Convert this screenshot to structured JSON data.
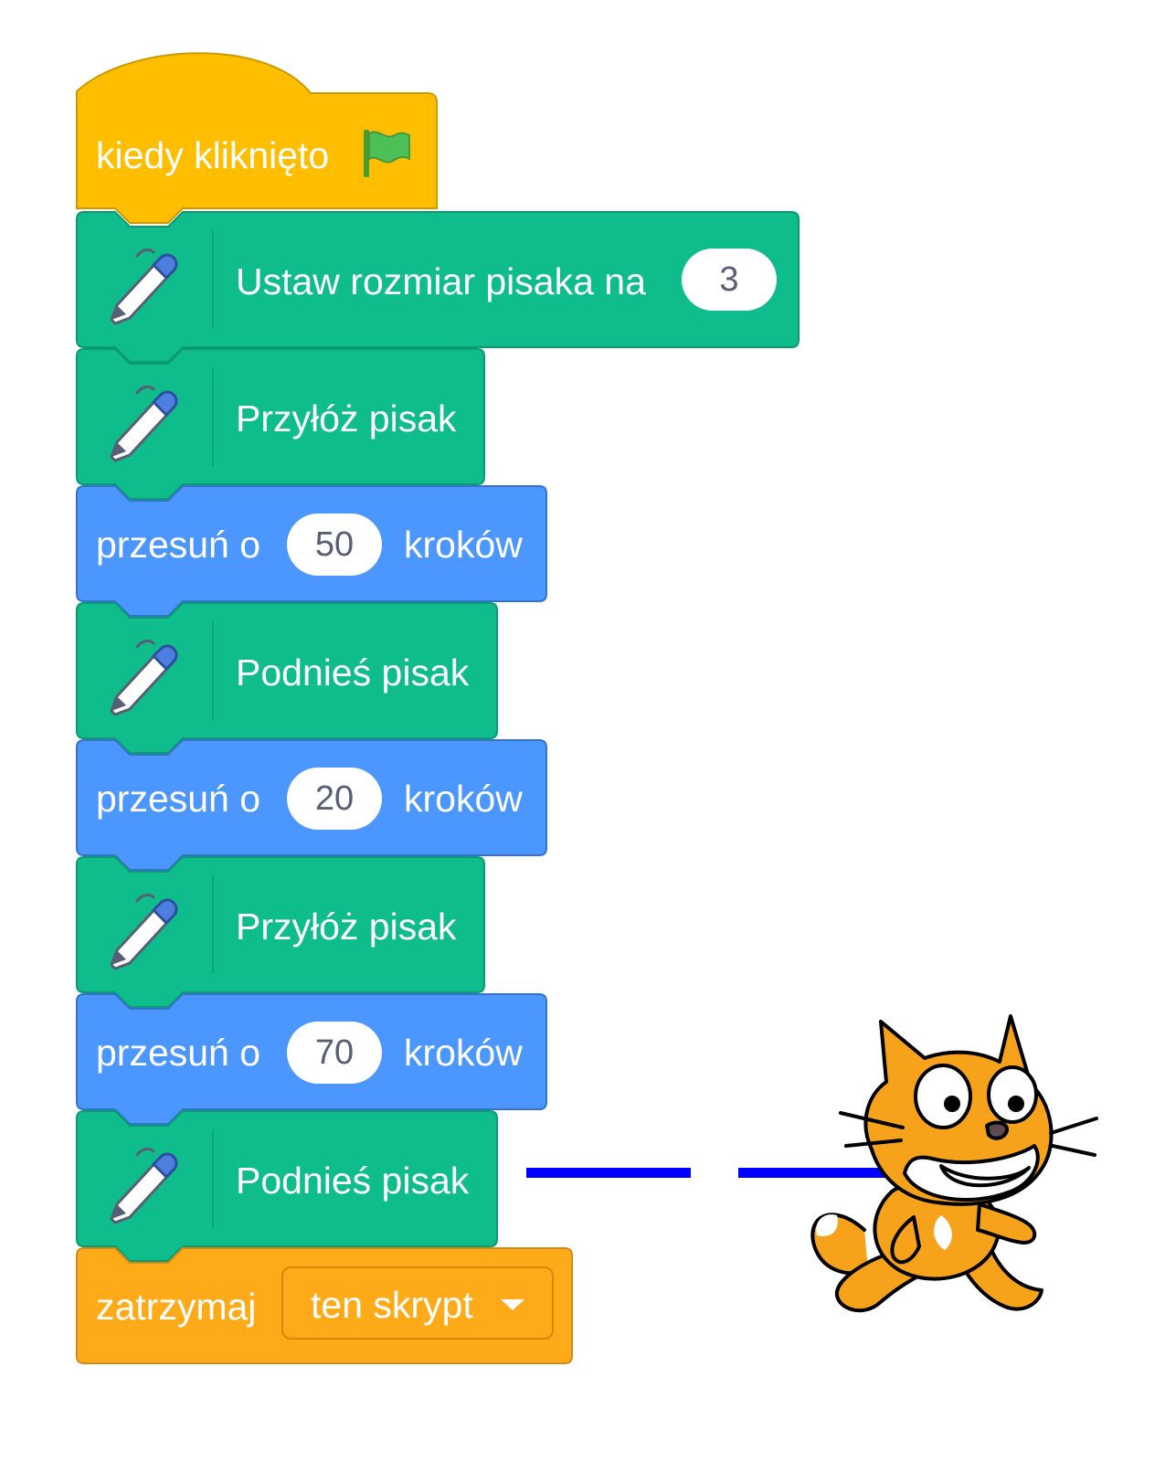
{
  "script": {
    "hat": {
      "label": "kiedy kliknięto",
      "icon": "green-flag-icon"
    },
    "blocks": [
      {
        "category": "pen",
        "label": "Ustaw rozmiar pisaka na",
        "input": "3",
        "icon": "pen-icon"
      },
      {
        "category": "pen",
        "label": "Przyłóż pisak",
        "icon": "pen-icon"
      },
      {
        "category": "motion",
        "label": "przesuń o",
        "input": "50",
        "suffix": "kroków"
      },
      {
        "category": "pen",
        "label": "Podnieś pisak",
        "icon": "pen-icon"
      },
      {
        "category": "motion",
        "label": "przesuń o",
        "input": "20",
        "suffix": "kroków"
      },
      {
        "category": "pen",
        "label": "Przyłóż pisak",
        "icon": "pen-icon"
      },
      {
        "category": "motion",
        "label": "przesuń o",
        "input": "70",
        "suffix": "kroków"
      },
      {
        "category": "pen",
        "label": "Podnieś pisak",
        "icon": "pen-icon"
      }
    ],
    "cap": {
      "label": "zatrzymaj",
      "dropdown": "ten skrypt"
    }
  },
  "colors": {
    "events": "#ffbf00",
    "pen": "#0fbd8c",
    "motion": "#4c97ff",
    "control": "#ffab19",
    "drawn_line": "#0000ff"
  },
  "stage": {
    "sprite": "scratch-cat",
    "drawn_line_pattern": "drawn, gap, drawn"
  }
}
